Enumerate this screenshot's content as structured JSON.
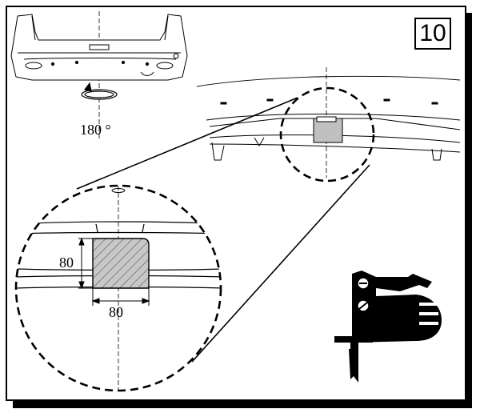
{
  "step": {
    "number": "10"
  },
  "rotation": {
    "label": "180 °"
  },
  "dimensions": {
    "height_label": "80",
    "width_label": "80"
  },
  "icons": {
    "tool": "jigsaw-icon",
    "rotate": "rotate-arrow-icon"
  },
  "colors": {
    "cutout_fill": "#c8c8c8",
    "line": "#000000",
    "background": "#ffffff"
  }
}
